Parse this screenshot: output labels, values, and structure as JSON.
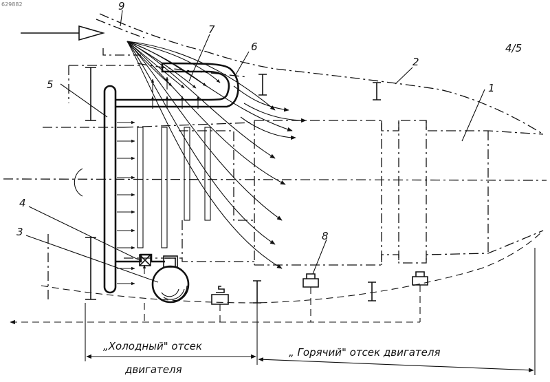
{
  "figure_id": "629882",
  "margin_note": "4/5",
  "callouts": [
    "1",
    "2",
    "3",
    "4",
    "5",
    "6",
    "7",
    "8",
    "9"
  ],
  "captions": {
    "cold_compartment_line1": "„Холодный\" отсек",
    "cold_compartment_line2": "двигателя",
    "hot_compartment": "„ Горячий\" отсек двигателя"
  }
}
